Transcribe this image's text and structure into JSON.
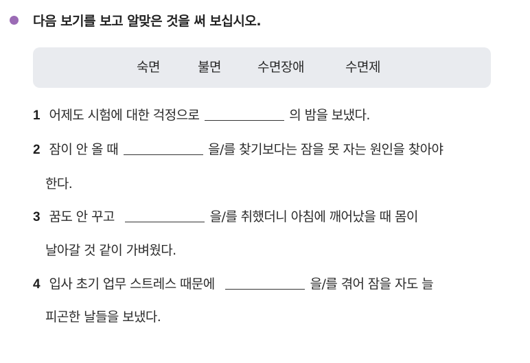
{
  "instruction": {
    "text": "다음 보기를 보고 알맞은 것을 써 보십시오."
  },
  "word_box": {
    "words": [
      "숙면",
      "불면",
      "수면장애",
      "수면제"
    ]
  },
  "questions": [
    {
      "number": "1",
      "line1_before": "어제도 시험에 대한 걱정으로",
      "line1_after": "의 밤을 보냈다."
    },
    {
      "number": "2",
      "line1_before": "잠이 안 올 때",
      "line1_after": "을/를 찾기보다는 잠을 못 자는 원인을 찾아야",
      "line2": "한다."
    },
    {
      "number": "3",
      "line1_before": "꿈도 안 꾸고",
      "line1_after": "을/를 취했더니 아침에 깨어났을 때 몸이",
      "line2": "날아갈 것 같이 가벼웠다."
    },
    {
      "number": "4",
      "line1_before": "입사 초기 업무 스트레스 때문에",
      "line1_after": "을/를 겪어 잠을 자도 늘",
      "line2": "피곤한 날들을 보냈다."
    }
  ],
  "colors": {
    "bullet": "#9b6bb5",
    "box_background": "#e9ebef",
    "text": "#2a2a2a"
  }
}
